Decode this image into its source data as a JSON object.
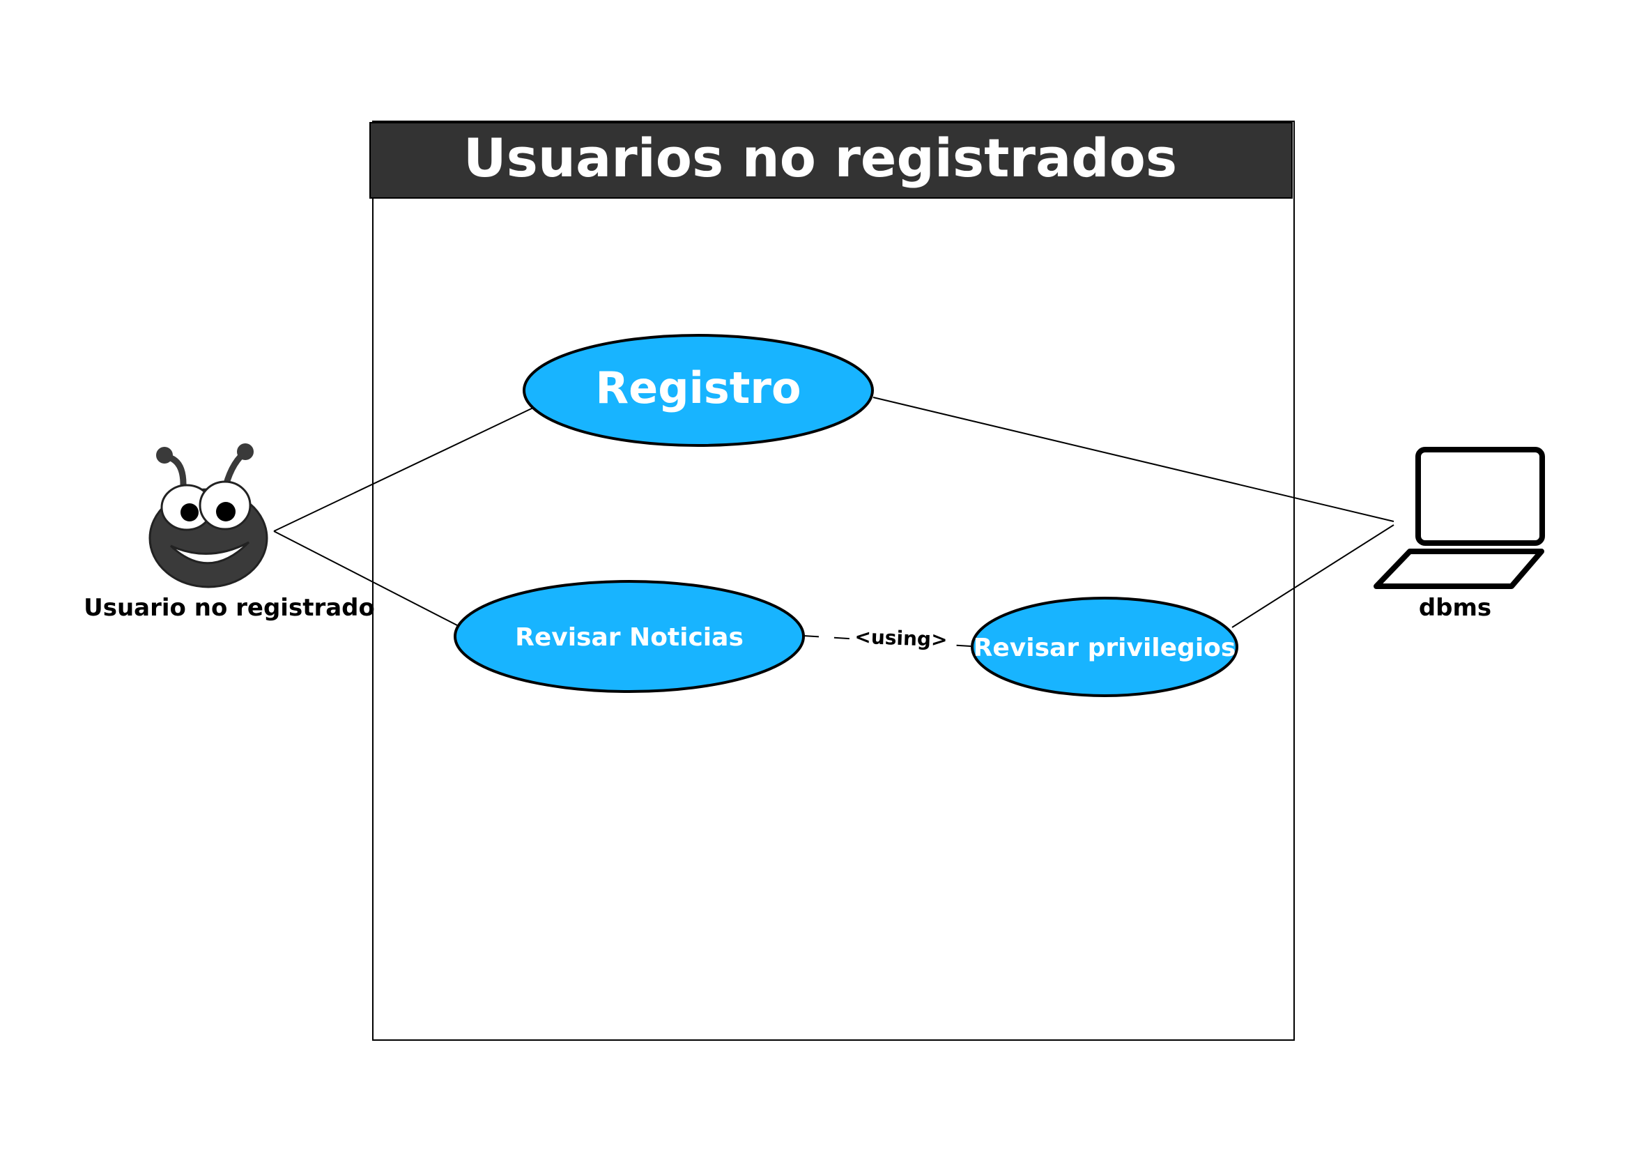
{
  "system": {
    "title": "Usuarios no registrados"
  },
  "actors": [
    {
      "name": "Usuario no registrado",
      "icon": "bug-character-icon"
    },
    {
      "name": "dbms",
      "icon": "laptop-icon"
    }
  ],
  "use_cases": [
    {
      "label": "Registro"
    },
    {
      "label": "Revisar Noticias"
    },
    {
      "label": "Revisar privilegios"
    }
  ],
  "relations": {
    "using_label": "<using>"
  },
  "colors": {
    "use_case_fill": "#18b4ff",
    "title_bar": "#333333",
    "stroke": "#000000",
    "actor_body": "#3a3a3a"
  }
}
